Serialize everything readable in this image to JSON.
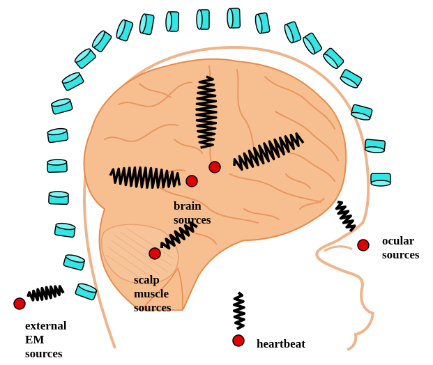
{
  "labels": {
    "brain_sources": "brain\nsources",
    "scalp_muscle_sources": "scalp\nmuscle\nsources",
    "external_em_sources": "external\nEM\nsources",
    "heartbeat": "heartbeat",
    "ocular_sources": "ocular\nsources"
  },
  "colors": {
    "sensor_fill": "#33e6e6",
    "sensor_stroke": "#000000",
    "brain_fill": "#f7bf8f",
    "brain_stroke": "#e88a4a",
    "source_dot": "#e00000",
    "head_outline": "#f0b48a"
  }
}
